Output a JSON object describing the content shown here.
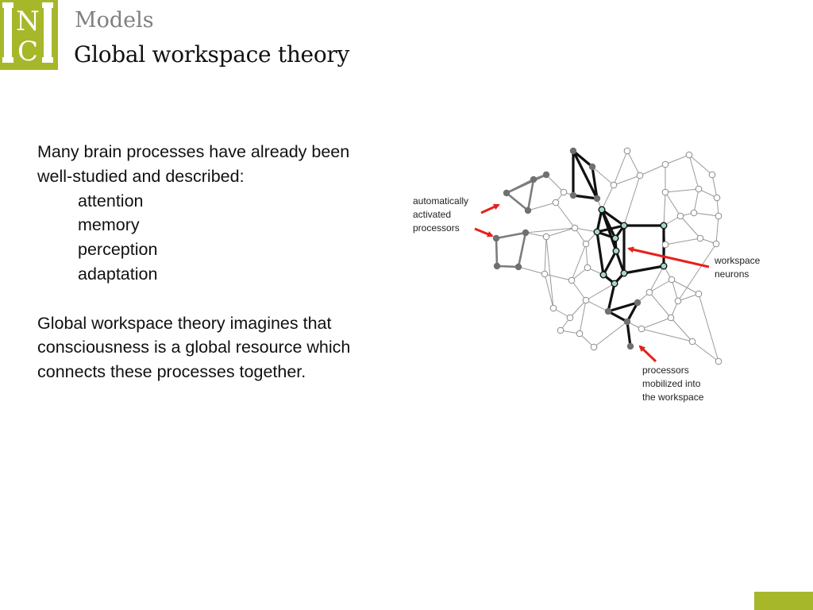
{
  "header": {
    "section": "Models",
    "title": "Global workspace theory",
    "logo_letters": [
      "N",
      "C"
    ]
  },
  "body": {
    "intro_line1": "Many brain processes have already been",
    "intro_line2": "well-studied and described:",
    "processes": [
      "attention",
      "memory",
      "perception",
      "adaptation"
    ],
    "summary_line1": "Global workspace theory imagines that",
    "summary_line2": "consciousness is a global resource which",
    "summary_line3": "connects these processes together."
  },
  "diagram": {
    "labels": {
      "automatic": [
        "automatically",
        "activated",
        "processors"
      ],
      "workspace": [
        "workspace",
        "neurons"
      ],
      "mobilized": [
        "processors",
        "mobilized into",
        "the workspace"
      ]
    }
  },
  "colors": {
    "brand_green": "#a6b82a",
    "arrow_red": "#e8201a",
    "workspace_node": "#a8d8c6",
    "active_node": "#707070"
  }
}
